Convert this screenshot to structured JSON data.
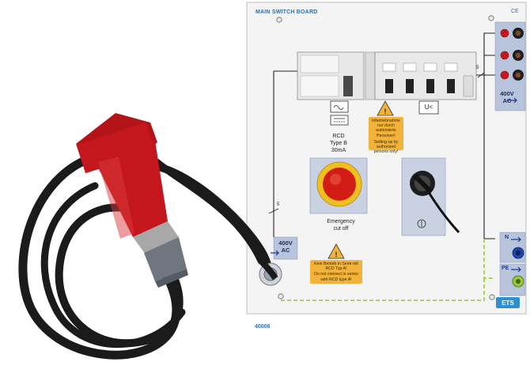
{
  "board": {
    "title": "MAIN SWITCH BOARD",
    "ce_mark": "CE",
    "code": "40006",
    "logo_text": "ETS"
  },
  "rcd": {
    "line1": "RCD",
    "line2": "Type B",
    "line3": "30mA",
    "undervoltage_symbol": "U<"
  },
  "warning_top": {
    "de": "Inbetriebnahme nur durch autorisierte Personen!",
    "en": "Setting-up by authorized persons only!"
  },
  "warning_bottom": {
    "de": "Kein Betrieb in Serie mit RCD Typ A!",
    "en": "Do not connect in series with RCD type A!"
  },
  "emergency": {
    "line1": "Emergency",
    "line2": "cut off"
  },
  "key_switch": {
    "symbol": "0"
  },
  "input": {
    "wires": "5",
    "voltage": "400V",
    "type": "AC"
  },
  "output": {
    "wires": "5",
    "voltage": "400V",
    "type": "AC"
  },
  "terminals": {
    "neutral": "N",
    "earth": "PE"
  },
  "colors": {
    "panel_bg": "#f4f4f4",
    "text_blue": "#2f6fb3",
    "label_blue": "#a9b9d6",
    "plug_red": "#c4171d",
    "cable_black": "#1b1b1b",
    "warning_orange": "#f3b23a"
  }
}
